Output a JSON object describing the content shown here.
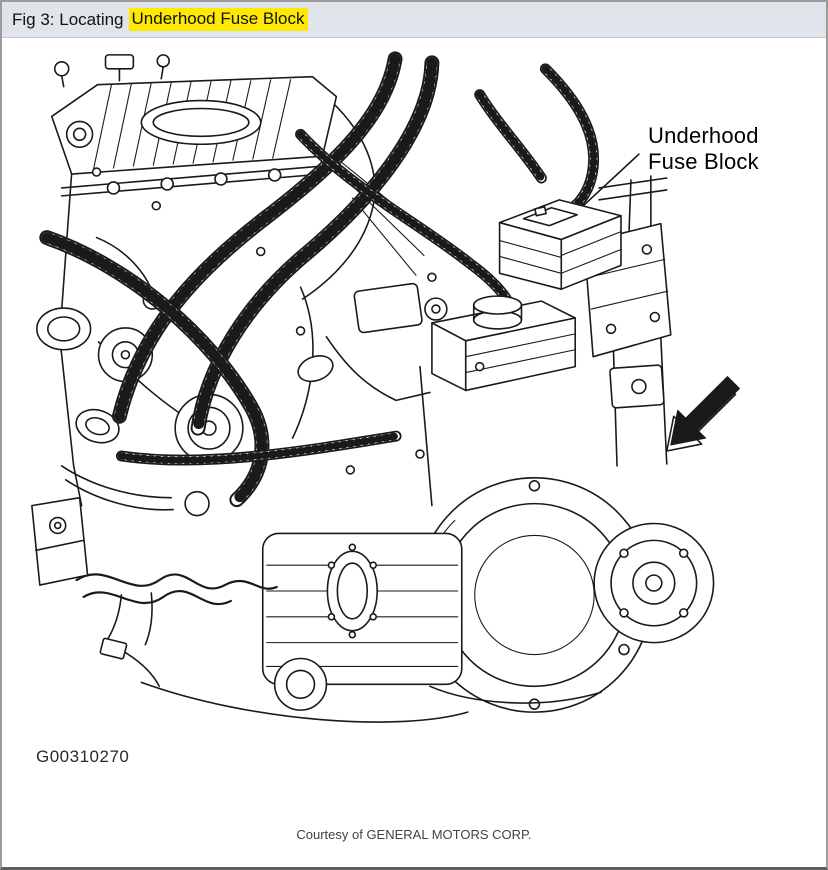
{
  "header": {
    "caption_prefix": "Fig 3: Locating",
    "caption_highlight": "Underhood Fuse Block"
  },
  "diagram": {
    "callout": {
      "line1": "Underhood",
      "line2": "Fuse Block"
    },
    "figure_id": "G00310270",
    "courtesy": "Courtesy of GENERAL MOTORS CORP."
  },
  "colors": {
    "highlight": "#ffe900",
    "header_bg": "#dfe5ea",
    "line": "#1a1a1a",
    "courtesy_text": "#4a4038"
  }
}
